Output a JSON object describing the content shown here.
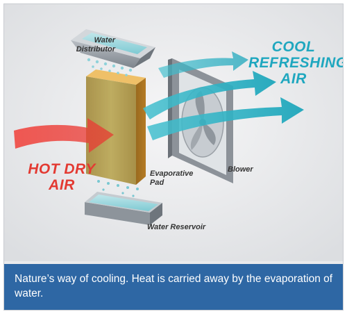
{
  "labels": {
    "water_distributor_line1": "Water",
    "water_distributor_line2": "Distributor",
    "evaporative_pad_line1": "Evaporative",
    "evaporative_pad_line2": "Pad",
    "blower": "Blower",
    "water_reservoir": "Water Reservoir"
  },
  "callouts": {
    "hot_line1": "HOT DRY",
    "hot_line2": "AIR",
    "cool_line1": "COOL",
    "cool_line2": "REFRESHING",
    "cool_line3": "AIR"
  },
  "caption": {
    "text": "Nature’s way of cooling. Heat is carried away by the evaporation of water."
  },
  "colors": {
    "hot_air": "#e8342e",
    "cool_air": "#2fb3c6",
    "caption_bg": "#2e67a4",
    "pad": "#d9a23a"
  }
}
